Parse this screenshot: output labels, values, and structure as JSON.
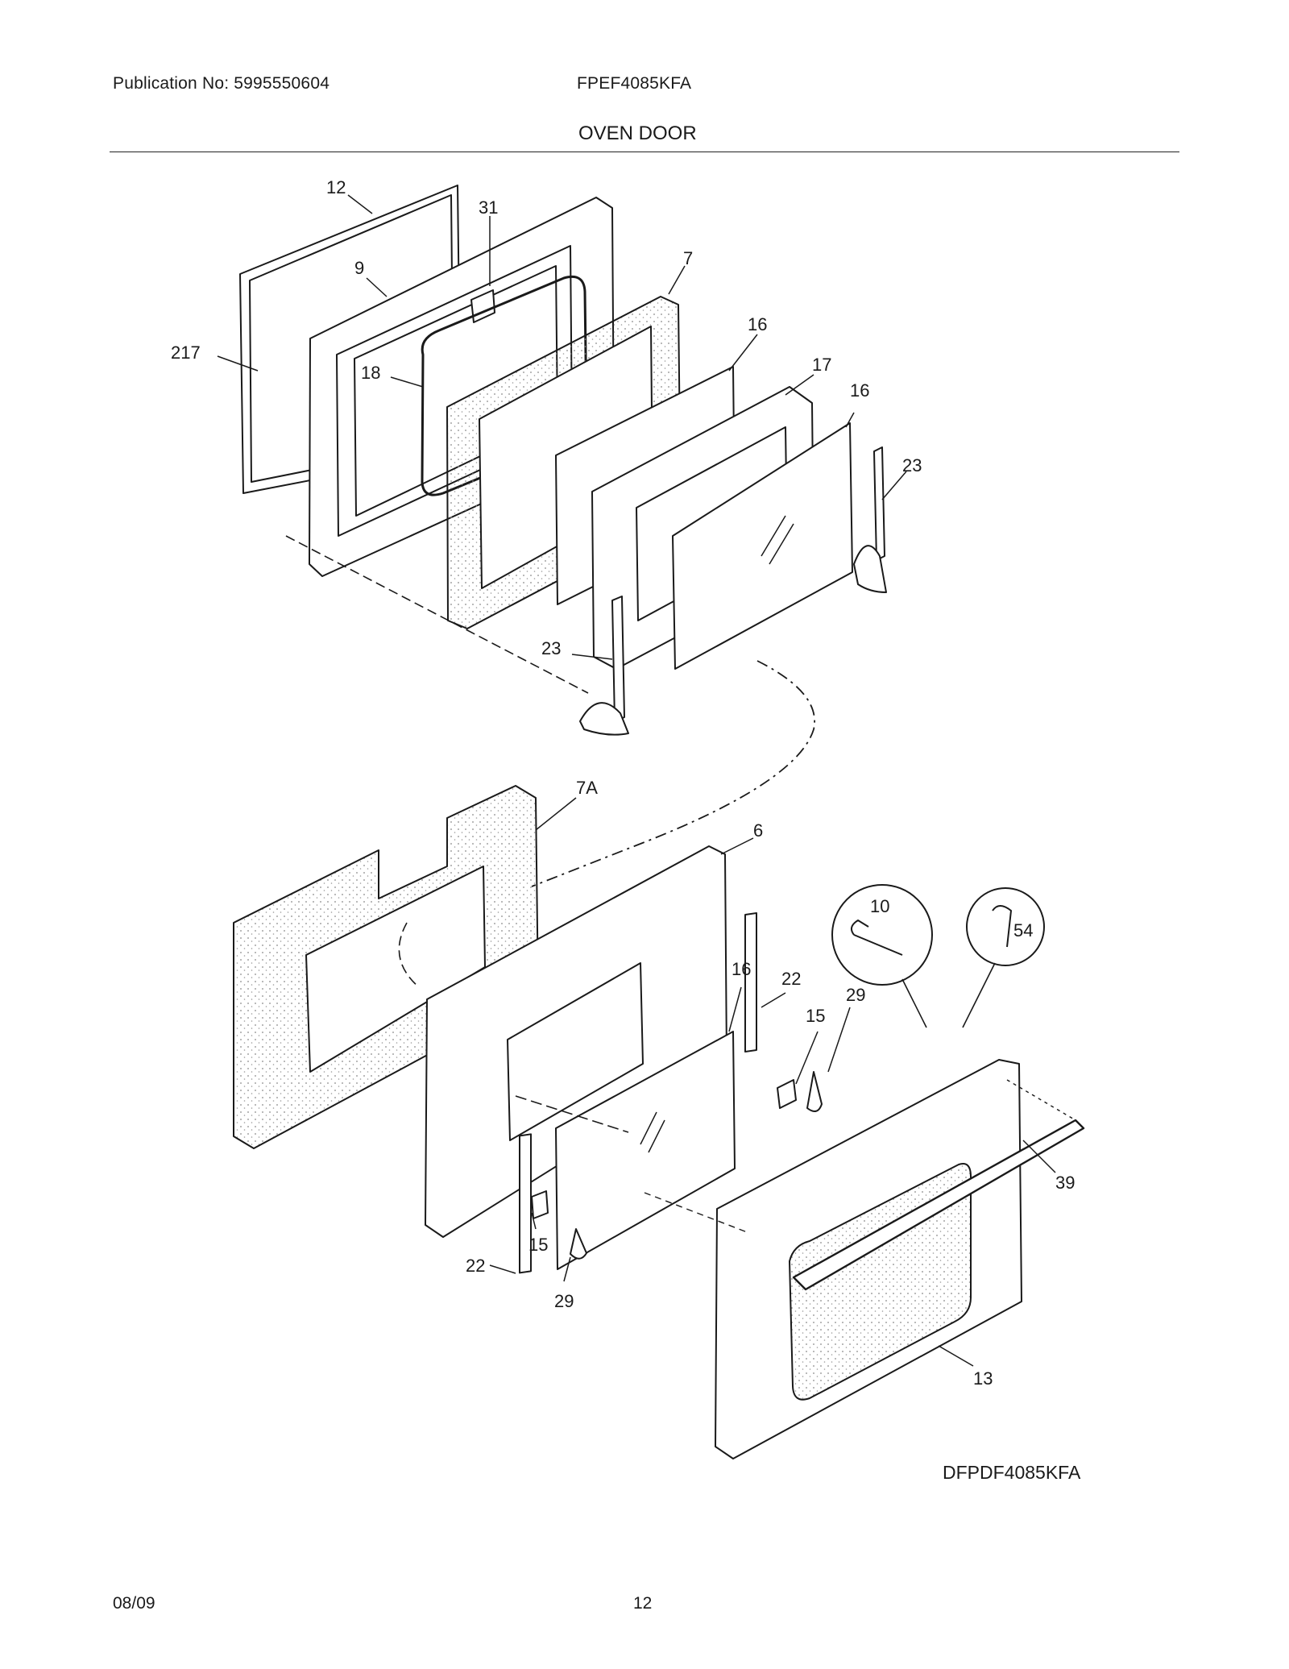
{
  "header": {
    "publication": "Publication No: 5995550604",
    "model": "FPEF4085KFA"
  },
  "section_title": "OVEN DOOR",
  "diagram_code": "DFPDF4085KFA",
  "footer": {
    "date": "08/09",
    "page": "12"
  },
  "callouts": [
    "12",
    "31",
    "9",
    "7",
    "217",
    "18",
    "16",
    "17",
    "16",
    "23",
    "23",
    "7A",
    "6",
    "10",
    "54",
    "16",
    "22",
    "15",
    "29",
    "39",
    "15",
    "22",
    "29",
    "13"
  ],
  "colors": {
    "line": "#1a1a1a",
    "fill": "#ffffff",
    "stipple": "#999999"
  }
}
